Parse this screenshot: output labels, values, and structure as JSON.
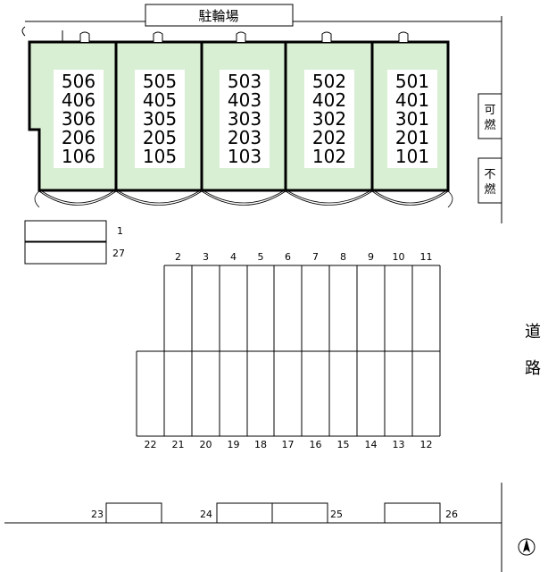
{
  "parking_label": "駐輪場",
  "road_label": [
    "道",
    "路"
  ],
  "trash": {
    "burnable": [
      "可",
      "燃"
    ],
    "nonburnable": [
      "不",
      "燃"
    ]
  },
  "buildings": [
    {
      "units": [
        "506",
        "406",
        "306",
        "206",
        "106"
      ]
    },
    {
      "units": [
        "505",
        "405",
        "305",
        "205",
        "105"
      ]
    },
    {
      "units": [
        "503",
        "403",
        "303",
        "203",
        "103"
      ]
    },
    {
      "units": [
        "502",
        "402",
        "302",
        "202",
        "102"
      ]
    },
    {
      "units": [
        "501",
        "401",
        "301",
        "201",
        "101"
      ]
    }
  ],
  "side_spaces": [
    "1",
    "27"
  ],
  "top_row_labels": [
    "2",
    "3",
    "4",
    "5",
    "6",
    "7",
    "8",
    "9",
    "10",
    "11"
  ],
  "bottom_row_labels": [
    "22",
    "21",
    "20",
    "19",
    "18",
    "17",
    "16",
    "15",
    "14",
    "13",
    "12"
  ],
  "road_spaces": [
    "23",
    "24",
    "25",
    "26"
  ],
  "colors": {
    "building_fill": "#d8efd3",
    "building_stroke": "#000000",
    "line": "#000000"
  },
  "compass_icon": "north-arrow-icon"
}
